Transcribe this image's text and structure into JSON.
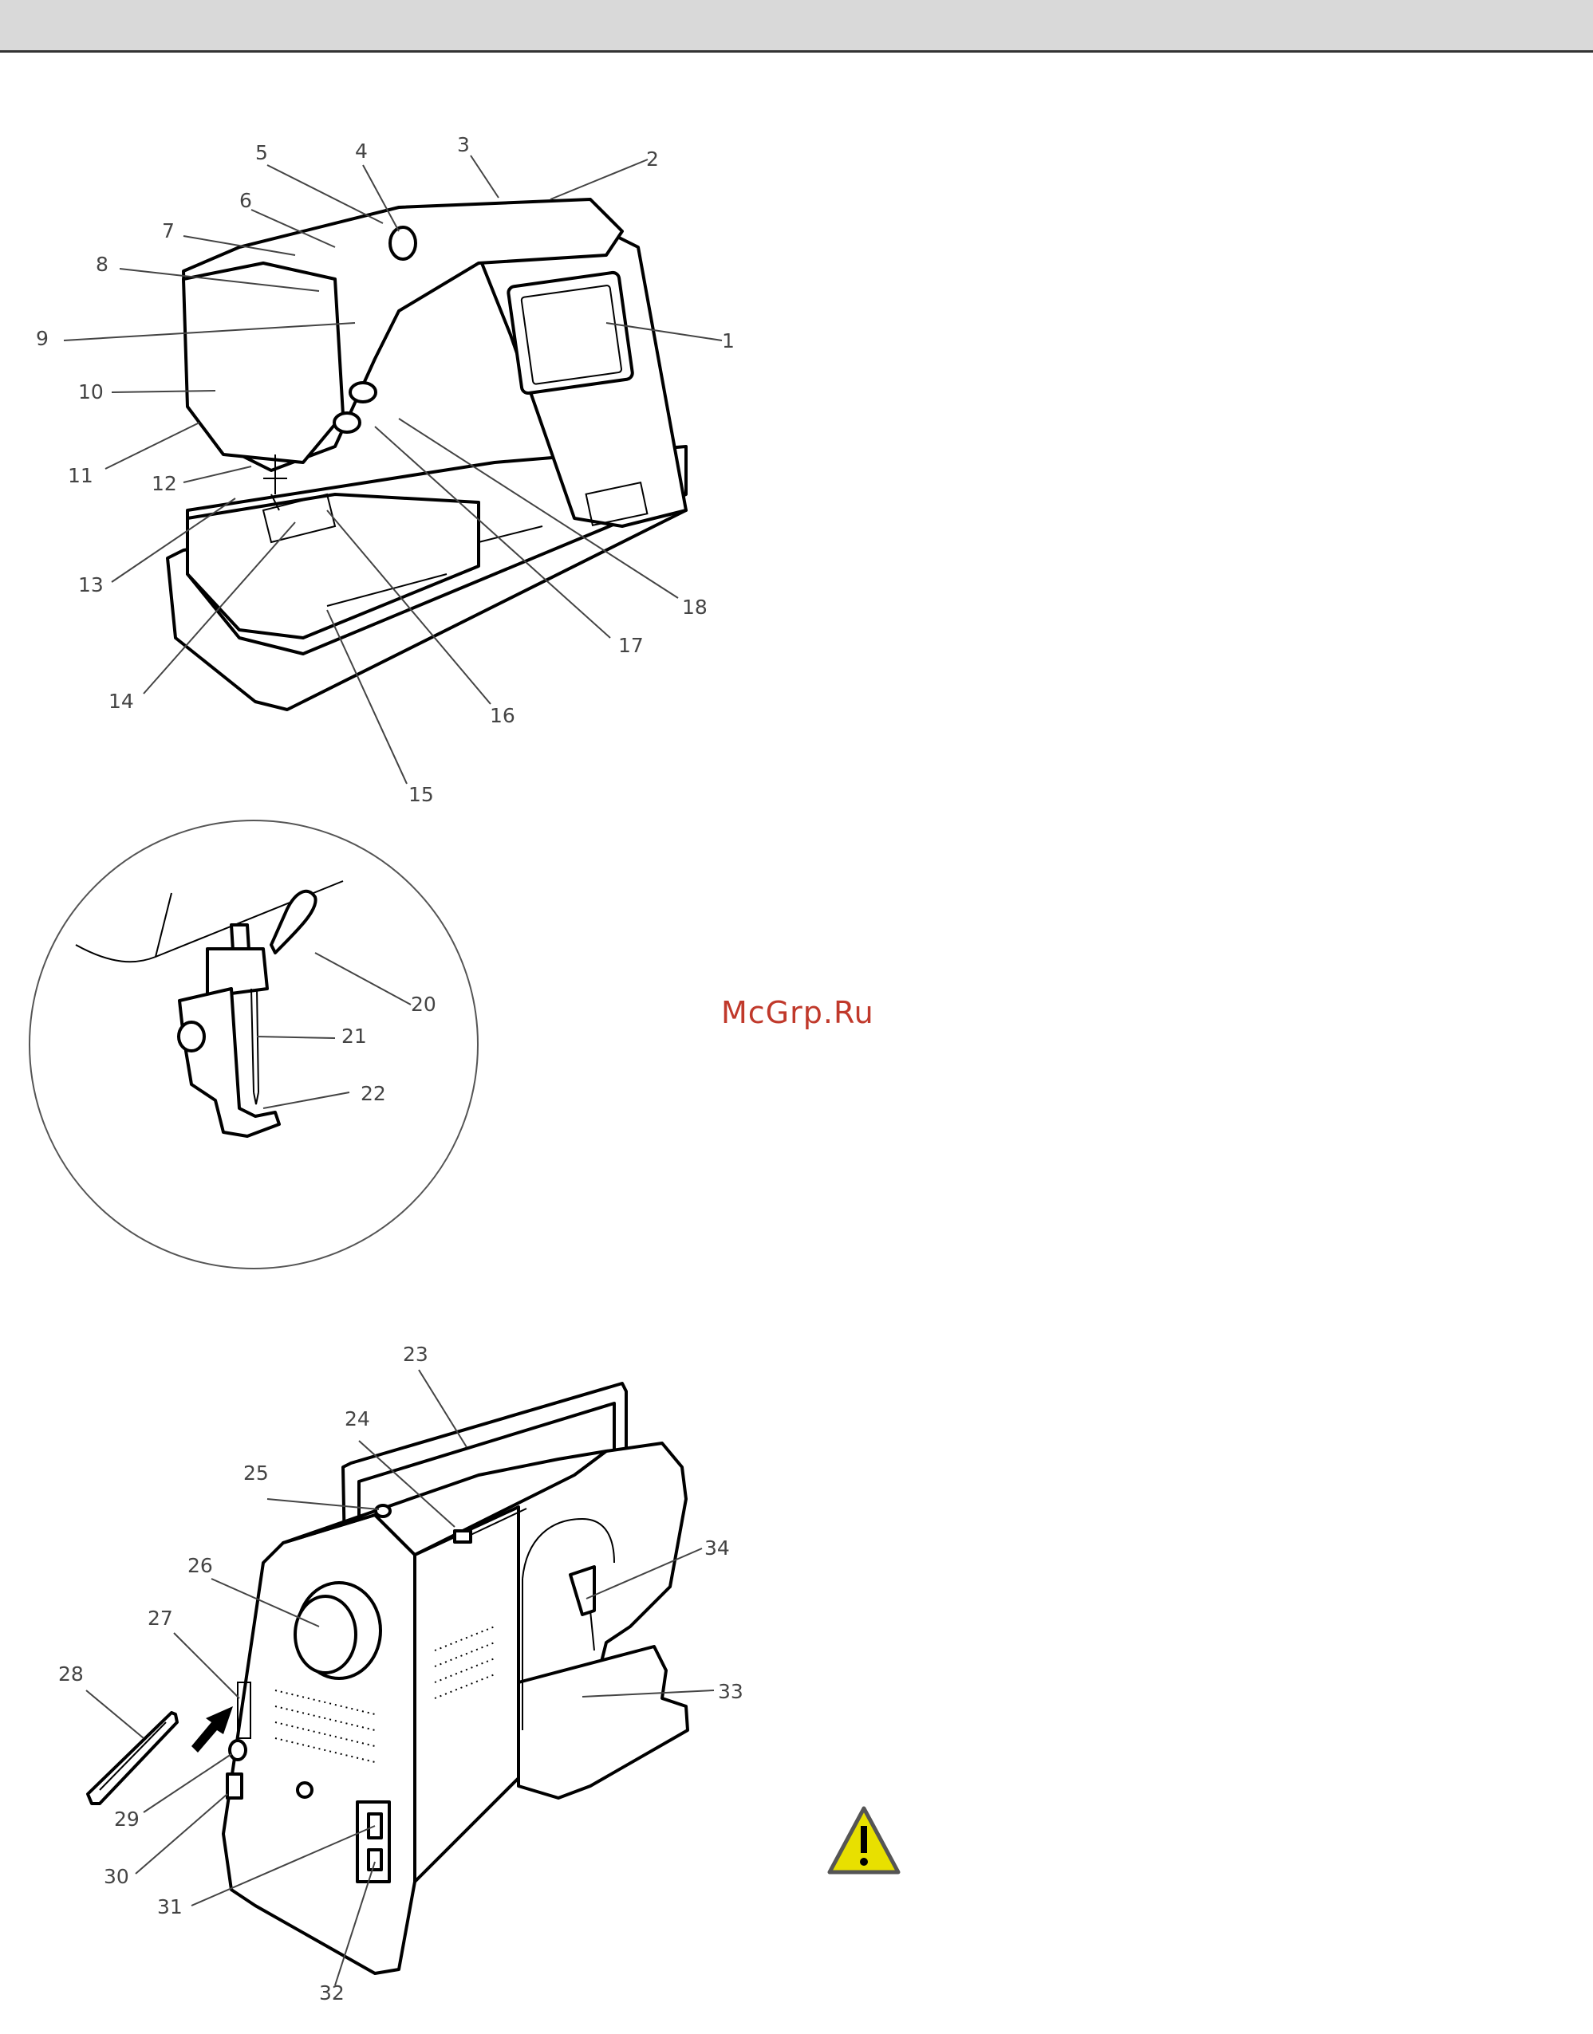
{
  "watermark": "McGrp.Ru",
  "figure_front": {
    "callouts": [
      "1",
      "2",
      "3",
      "4",
      "5",
      "6",
      "7",
      "8",
      "9",
      "10",
      "11",
      "12",
      "13",
      "14",
      "15",
      "16",
      "17",
      "18"
    ]
  },
  "figure_detail": {
    "callouts": [
      "20",
      "21",
      "22"
    ]
  },
  "figure_back": {
    "callouts": [
      "23",
      "24",
      "25",
      "26",
      "27",
      "28",
      "29",
      "30",
      "31",
      "32",
      "33",
      "34"
    ]
  },
  "warning_icon": "warning-triangle-icon",
  "colors": {
    "watermark": "#c0392b",
    "warning_fill": "#e8e000",
    "header": "#d9d9d9"
  }
}
